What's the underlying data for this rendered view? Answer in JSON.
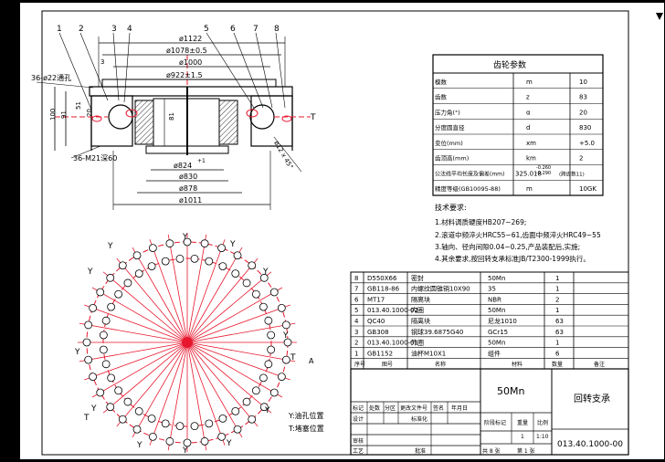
{
  "drawing": {
    "part_labels": [
      "1",
      "2",
      "3",
      "4",
      "5",
      "6",
      "7",
      "8"
    ],
    "dims": {
      "d1122": "ø1122",
      "d1078": "ø1078±0.5",
      "d1000": "ø1000",
      "d922": "ø922±1.5",
      "d824": "ø824",
      "d824_tol": "+1",
      "d830": "ø830",
      "d878": "ø878",
      "d1011": "ø1011",
      "h100": "100",
      "h91": "91",
      "h81": "81",
      "h51": "51",
      "h20": "20",
      "t3": "3",
      "left_hole": "36-ø22通孔",
      "left_thread": "36-M21深60",
      "chamfer": "ø12 x 45°",
      "letter_T": "T"
    },
    "bottom_view": {
      "labels": [
        "Y",
        "Y",
        "Y",
        "Y",
        "Y",
        "Y",
        "Y",
        "Y",
        "Y",
        "Y",
        "Y",
        "Y",
        "T",
        "T",
        "A"
      ],
      "legend_y": "Y:油孔位置",
      "legend_t": "T:堵塞位置"
    }
  },
  "gear_table": {
    "title": "齿轮参数",
    "rows": [
      [
        "模数",
        "m",
        "10"
      ],
      [
        "齿数",
        "z",
        "83"
      ],
      [
        "压力角(°)",
        "α",
        "20"
      ],
      [
        "分度圆直径",
        "d",
        "830"
      ],
      [
        "变位(mm)",
        "xm",
        "+5.0"
      ],
      [
        "齿顶高(mm)",
        "km",
        "2"
      ],
      [
        "公法线平均长度及偏差(mm)",
        "325.018",
        "(跨齿数11)"
      ],
      [
        "精度等级(GB10095-88)",
        "m",
        "10GK"
      ]
    ],
    "tol_top": "-0.260",
    "tol_bot": "-0.290"
  },
  "tech_req": {
    "title": "技术要求:",
    "lines": [
      "1.材料调质硬度HB207~269;",
      "2.滚道中频淬火HRC55~61,齿面中频淬火HRC49~55",
      "3.轴向、径向间隙0.04~0.25,产品装配后,实施;",
      "4.其余要求,按回转支承标准JB/T2300-1999执行。"
    ]
  },
  "bom": {
    "rows": [
      [
        "8",
        "D550X66",
        "密封",
        "50Mn",
        "1"
      ],
      [
        "7",
        "GB118-86",
        "内螺纹圆锥销10X90",
        "35",
        "1"
      ],
      [
        "6",
        "MT17",
        "隔离块",
        "NBR",
        "2"
      ],
      [
        "5",
        "013.40.1000-02",
        "内圈",
        "50Mn",
        "1"
      ],
      [
        "4",
        "QC40",
        "隔离块",
        "尼龙1010",
        "63"
      ],
      [
        "3",
        "GB308",
        "钢球39.6875G40",
        "GCr15",
        "63"
      ],
      [
        "2",
        "013.40.1000-01",
        "外圈",
        "50Mn",
        "1"
      ],
      [
        "1",
        "GB1152",
        "油杯M10X1",
        "组件",
        "6"
      ]
    ],
    "header": [
      "序号",
      "图号",
      "名称",
      "材料",
      "数量",
      "备注"
    ]
  },
  "title_block": {
    "material": "50Mn",
    "name": "回转支承",
    "code": "013.40.1000-00",
    "labels": {
      "mark": "标记",
      "count": "处数",
      "zone": "分区",
      "doc": "更改文件号",
      "sign": "签名",
      "date": "年月日",
      "design": "设计",
      "std": "标准化",
      "stage": "阶段标记",
      "weight": "重量",
      "scale": "比例",
      "check": "审核",
      "process": "工艺",
      "approve": "批准",
      "sheets": "共 8 张",
      "sheet": "第 1 张",
      "scale_val": "1:10",
      "qty": "1"
    }
  }
}
